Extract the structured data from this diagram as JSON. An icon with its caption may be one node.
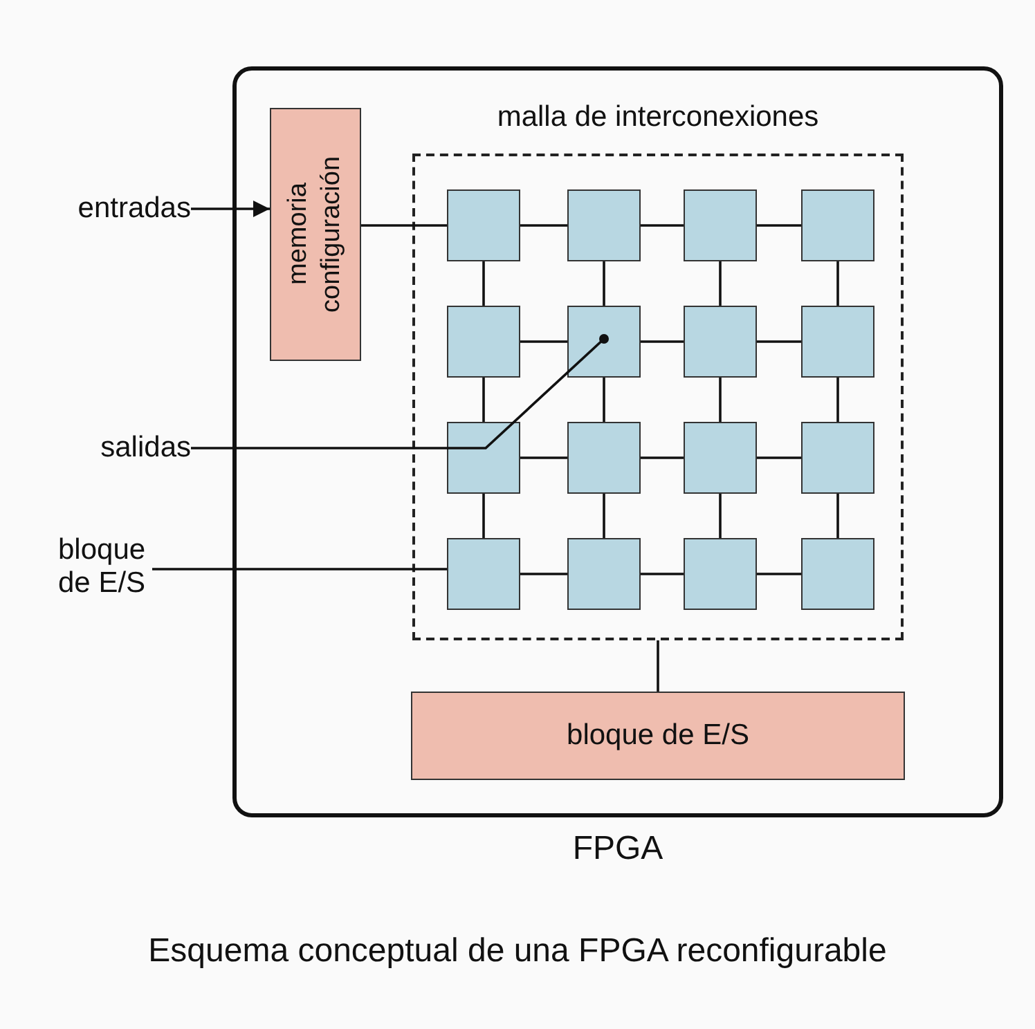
{
  "diagram": {
    "caption": "Esquema conceptual de una FPGA reconfigurable",
    "nodes": [
      {
        "text": [
          "FPGA"
        ]
      },
      {
        "text": [
          "entradas"
        ]
      },
      {
        "text": [
          "memoria configuración"
        ],
        "in": 0
      },
      {
        "text": [
          "malla de interconexiones"
        ],
        "in": 0
      },
      {
        "text": [],
        "shape": "box",
        "in": 3
      },
      {
        "text": [],
        "shape": "box",
        "in": 3
      },
      {
        "text": [],
        "shape": "box",
        "in": 3
      },
      {
        "text": [],
        "shape": "box",
        "in": 3
      },
      {
        "text": [],
        "shape": "box",
        "in": 3
      },
      {
        "text": [],
        "shape": "box",
        "in": 3
      },
      {
        "text": [],
        "shape": "box",
        "in": 3
      },
      {
        "text": [],
        "shape": "box",
        "in": 3
      },
      {
        "text": [],
        "shape": "box",
        "in": 3
      },
      {
        "text": [],
        "shape": "box",
        "in": 3
      },
      {
        "text": [],
        "shape": "box",
        "in": 3
      },
      {
        "text": [],
        "shape": "box",
        "in": 3
      },
      {
        "text": [],
        "shape": "box",
        "in": 3
      },
      {
        "text": [],
        "shape": "box",
        "in": 3
      },
      {
        "text": [],
        "shape": "box",
        "in": 3
      },
      {
        "text": [],
        "shape": "box",
        "in": 3
      },
      {
        "text": [
          "salidas"
        ]
      },
      {
        "text": [
          "bloque de E/S"
        ]
      },
      {
        "text": [
          "bloque de E/S"
        ],
        "in": 0
      }
    ],
    "edges": [
      {
        "from": 1,
        "to": 2,
        "arrow": "to"
      },
      {
        "from": 2,
        "to": 4,
        "arrow": "none"
      },
      {
        "from": 20,
        "to": 9,
        "arrow": "other"
      },
      {
        "from": 21,
        "to": 16,
        "arrow": "none"
      },
      {
        "from": 4,
        "to": 5,
        "arrow": "none"
      },
      {
        "from": 5,
        "to": 6,
        "arrow": "none"
      },
      {
        "from": 6,
        "to": 7,
        "arrow": "none"
      },
      {
        "from": 8,
        "to": 9,
        "arrow": "none"
      },
      {
        "from": 9,
        "to": 10,
        "arrow": "none"
      },
      {
        "from": 10,
        "to": 11,
        "arrow": "none"
      },
      {
        "from": 12,
        "to": 13,
        "arrow": "none"
      },
      {
        "from": 13,
        "to": 14,
        "arrow": "none"
      },
      {
        "from": 14,
        "to": 15,
        "arrow": "none"
      },
      {
        "from": 16,
        "to": 17,
        "arrow": "none"
      },
      {
        "from": 17,
        "to": 18,
        "arrow": "none"
      },
      {
        "from": 18,
        "to": 19,
        "arrow": "none"
      },
      {
        "from": 4,
        "to": 8,
        "arrow": "none"
      },
      {
        "from": 5,
        "to": 9,
        "arrow": "none"
      },
      {
        "from": 6,
        "to": 10,
        "arrow": "none"
      },
      {
        "from": 7,
        "to": 11,
        "arrow": "none"
      },
      {
        "from": 8,
        "to": 12,
        "arrow": "none"
      },
      {
        "from": 9,
        "to": 13,
        "arrow": "none"
      },
      {
        "from": 10,
        "to": 14,
        "arrow": "none"
      },
      {
        "from": 11,
        "to": 15,
        "arrow": "none"
      },
      {
        "from": 12,
        "to": 16,
        "arrow": "none"
      },
      {
        "from": 13,
        "to": 17,
        "arrow": "none"
      },
      {
        "from": 14,
        "to": 18,
        "arrow": "none"
      },
      {
        "from": 15,
        "to": 19,
        "arrow": "none"
      },
      {
        "from": 3,
        "to": 22,
        "arrow": "none"
      }
    ]
  }
}
